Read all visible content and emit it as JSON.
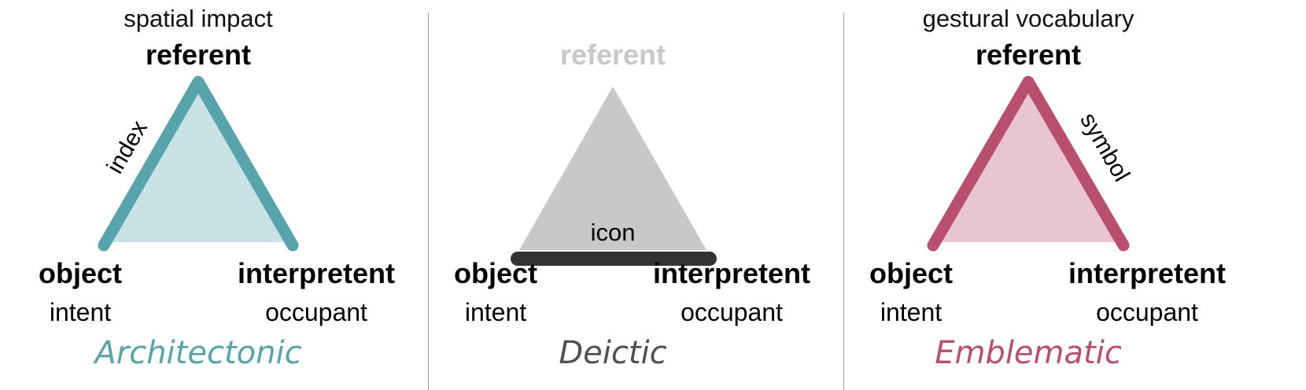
{
  "colors": {
    "teal_stroke": "#58a4ad",
    "teal_fill": "#c8e2e5",
    "gray_fill": "#c8c8c8",
    "gray_text": "#c8c8c8",
    "dark_bar": "#333333",
    "pink_stroke": "#b84f6e",
    "pink_fill": "#e8c5d0",
    "deictic_title": "#505050",
    "divider": "#a0a0a0"
  },
  "panels": [
    {
      "title": "Architectonic",
      "top_caption": "spatial impact",
      "referent": "referent",
      "object": "object",
      "object_sub": "intent",
      "interpretent": "interpretent",
      "interpretent_sub": "occupant",
      "edge_label": "index",
      "highlighted_edge": "object-referent"
    },
    {
      "title": "Deictic",
      "top_caption": "",
      "referent": "referent",
      "object": "object",
      "object_sub": "intent",
      "interpretent": "interpretent",
      "interpretent_sub": "occupant",
      "edge_label": "icon",
      "highlighted_edge": "object-interpretent"
    },
    {
      "title": "Emblematic",
      "top_caption": "gestural vocabulary",
      "referent": "referent",
      "object": "object",
      "object_sub": "intent",
      "interpretent": "interpretent",
      "interpretent_sub": "occupant",
      "edge_label": "symbol",
      "highlighted_edge": "referent-interpretent"
    }
  ]
}
